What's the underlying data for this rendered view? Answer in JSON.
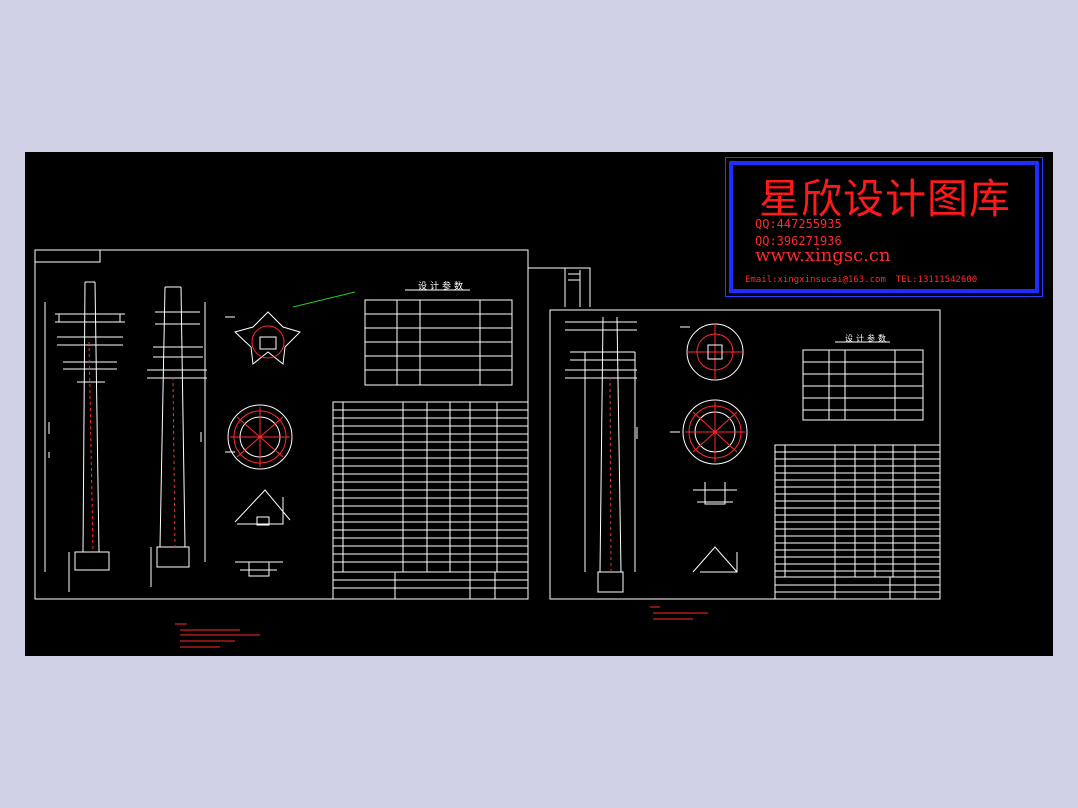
{
  "stamp": {
    "title": "星欣设计图库",
    "qq1": "QQ:447255935",
    "qq2": "QQ:396271936",
    "website": "www.xingsc.cn",
    "email": "Email:xingxinsucai@163.com",
    "tel": "TEL:13111542600"
  },
  "sheet_left": {
    "table_title": "设计参数"
  },
  "sheet_right": {
    "table_title": "设计参数"
  },
  "colors": {
    "background": "#cfd0e6",
    "canvas": "#000000",
    "line": "#ffffff",
    "accent_red": "#ff2a2a",
    "accent_blue": "#1e2cff",
    "accent_green": "#22cc22"
  }
}
